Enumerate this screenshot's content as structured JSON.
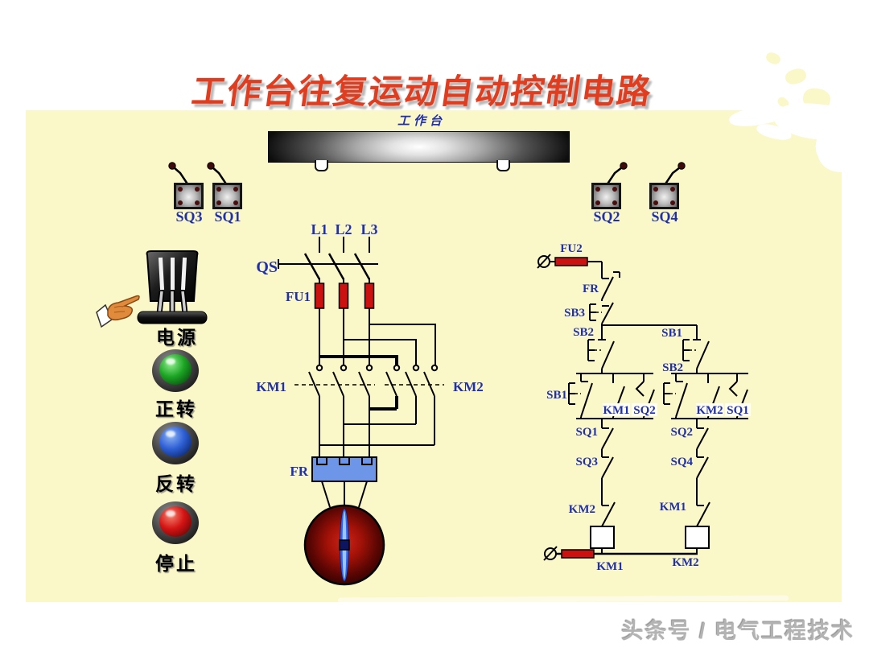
{
  "title": "工作台往复运动自动控制电路",
  "watermark": "头条号 / 电气工程技术",
  "worktable": {
    "label": "工作台"
  },
  "limit_switch_row": {
    "sq3": "SQ3",
    "sq1": "SQ1",
    "sq2": "SQ2",
    "sq4": "SQ4"
  },
  "control_panel": {
    "power": "电源",
    "forward": "正转",
    "reverse": "反转",
    "stop": "停止"
  },
  "main_circuit": {
    "phase_l1": "L1",
    "phase_l2": "L2",
    "phase_l3": "L3",
    "disconnect": "QS",
    "fuse": "FU1",
    "contactor_forward": "KM1",
    "contactor_reverse": "KM2",
    "thermal_relay": "FR"
  },
  "control_circuit": {
    "fuse_top": "FU2",
    "thermal_contact": "FR",
    "stop_button": "SB3",
    "forward_branch": {
      "start_button": "SB2",
      "interlock_button": "SB1",
      "selfhold_contact": "KM1",
      "limit_parallel": "SQ2",
      "limit_series": "SQ1",
      "limit_end": "SQ3",
      "interlock_contact": "KM2",
      "coil": "KM1"
    },
    "reverse_branch": {
      "start_button": "SB1",
      "interlock_button": "SB2",
      "selfhold_contact": "KM2",
      "limit_parallel": "SQ1",
      "limit_series": "SQ2",
      "limit_end": "SQ4",
      "interlock_contact": "KM1",
      "coil": "KM2"
    }
  },
  "colors": {
    "panel_background": "#faf7c8",
    "label_blue": "#2030a8",
    "title_red": "#e23c1e",
    "fuse_red": "#cc1111",
    "relay_blue": "#6d96e8",
    "motor_red": "#8a0f06"
  }
}
